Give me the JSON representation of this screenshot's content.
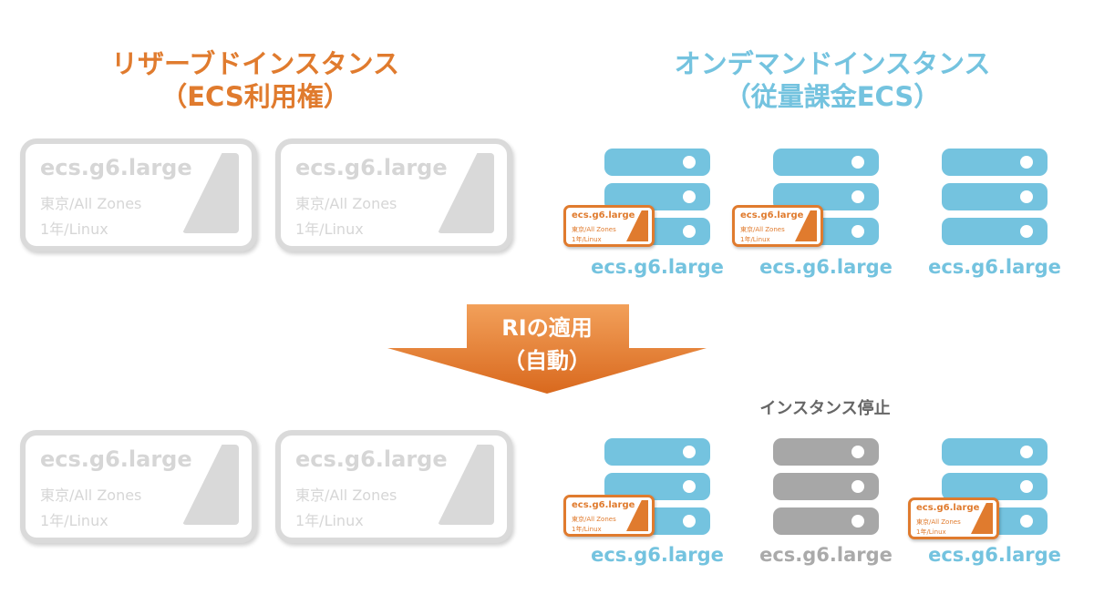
{
  "left_title": {
    "line1": "リザーブドインスタンス",
    "line2": "（ECS利用権）"
  },
  "right_title": {
    "line1": "オンデマンドインスタンス",
    "line2": "（従量課金ECS）"
  },
  "ticket": {
    "name": "ecs.g6.large",
    "zone": "東京/All Zones",
    "term": "1年/Linux"
  },
  "server_label": "ecs.g6.large",
  "arrow": {
    "line1": "RIの適用",
    "line2": "（自動）"
  },
  "stopped_label": "インスタンス停止",
  "colors": {
    "orange": "#E07B2E",
    "blue": "#74C3DF",
    "gray": "#A7A7A7"
  },
  "before": {
    "servers": [
      {
        "ri_applied": true,
        "stopped": false
      },
      {
        "ri_applied": true,
        "stopped": false
      },
      {
        "ri_applied": false,
        "stopped": false
      }
    ]
  },
  "after": {
    "servers": [
      {
        "ri_applied": true,
        "stopped": false
      },
      {
        "ri_applied": false,
        "stopped": true
      },
      {
        "ri_applied": true,
        "stopped": false
      }
    ]
  }
}
